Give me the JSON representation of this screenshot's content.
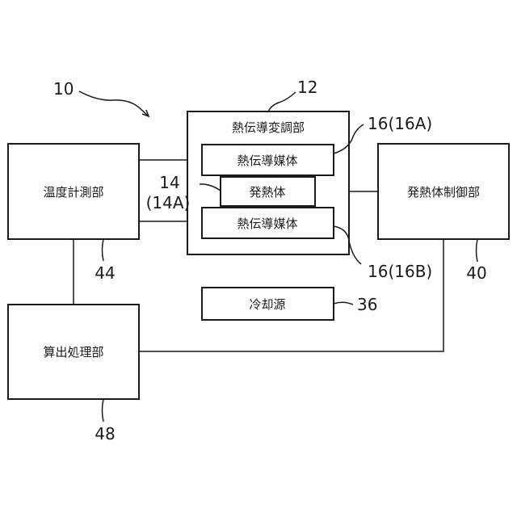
{
  "diagram": {
    "labels": {
      "heat_conduction_adjuster": "熱伝導変調部",
      "heat_medium_top": "熱伝導媒体",
      "heater": "発熱体",
      "heat_medium_bottom": "熱伝導媒体",
      "temperature_measurer": "温度計測部",
      "heater_controller": "発熱体制御部",
      "cooling_source": "冷却源",
      "calculation_processor": "算出処理部"
    },
    "refs": {
      "system": "10",
      "adjuster": "12",
      "heater_line1": "14",
      "heater_line2": "(14A)",
      "medium_top": "16(16A)",
      "medium_bottom": "16(16B)",
      "cooling": "36",
      "controller": "40",
      "measurer": "44",
      "processor": "48"
    }
  }
}
